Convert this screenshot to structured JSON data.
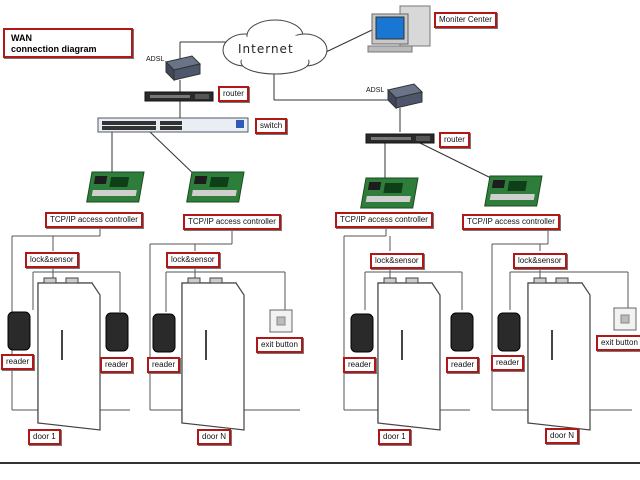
{
  "title": {
    "line1": "WAN",
    "line2": "connection diagram"
  },
  "cloud": {
    "label": "Internet"
  },
  "monitor": {
    "label": "Moniter Center"
  },
  "left": {
    "adsl": "ADSL",
    "router": "router",
    "switch": "switch",
    "controllers": [
      "TCP/IP access controller",
      "TCP/IP access controller"
    ],
    "lock_sensors": [
      "lock&sensor",
      "lock&sensor"
    ],
    "readers": [
      "reader",
      "reader",
      "reader"
    ],
    "exit_button": "exit button",
    "doors": [
      "door 1",
      "door N"
    ]
  },
  "right": {
    "adsl": "ADSL",
    "router": "router",
    "controllers": [
      "TCP/IP access controller",
      "TCP/IP access controller"
    ],
    "lock_sensors": [
      "lock&sensor",
      "lock&sensor"
    ],
    "readers": [
      "reader",
      "reader",
      "reader"
    ],
    "exit_button": "exit button",
    "doors": [
      "door 1",
      "door N"
    ]
  }
}
